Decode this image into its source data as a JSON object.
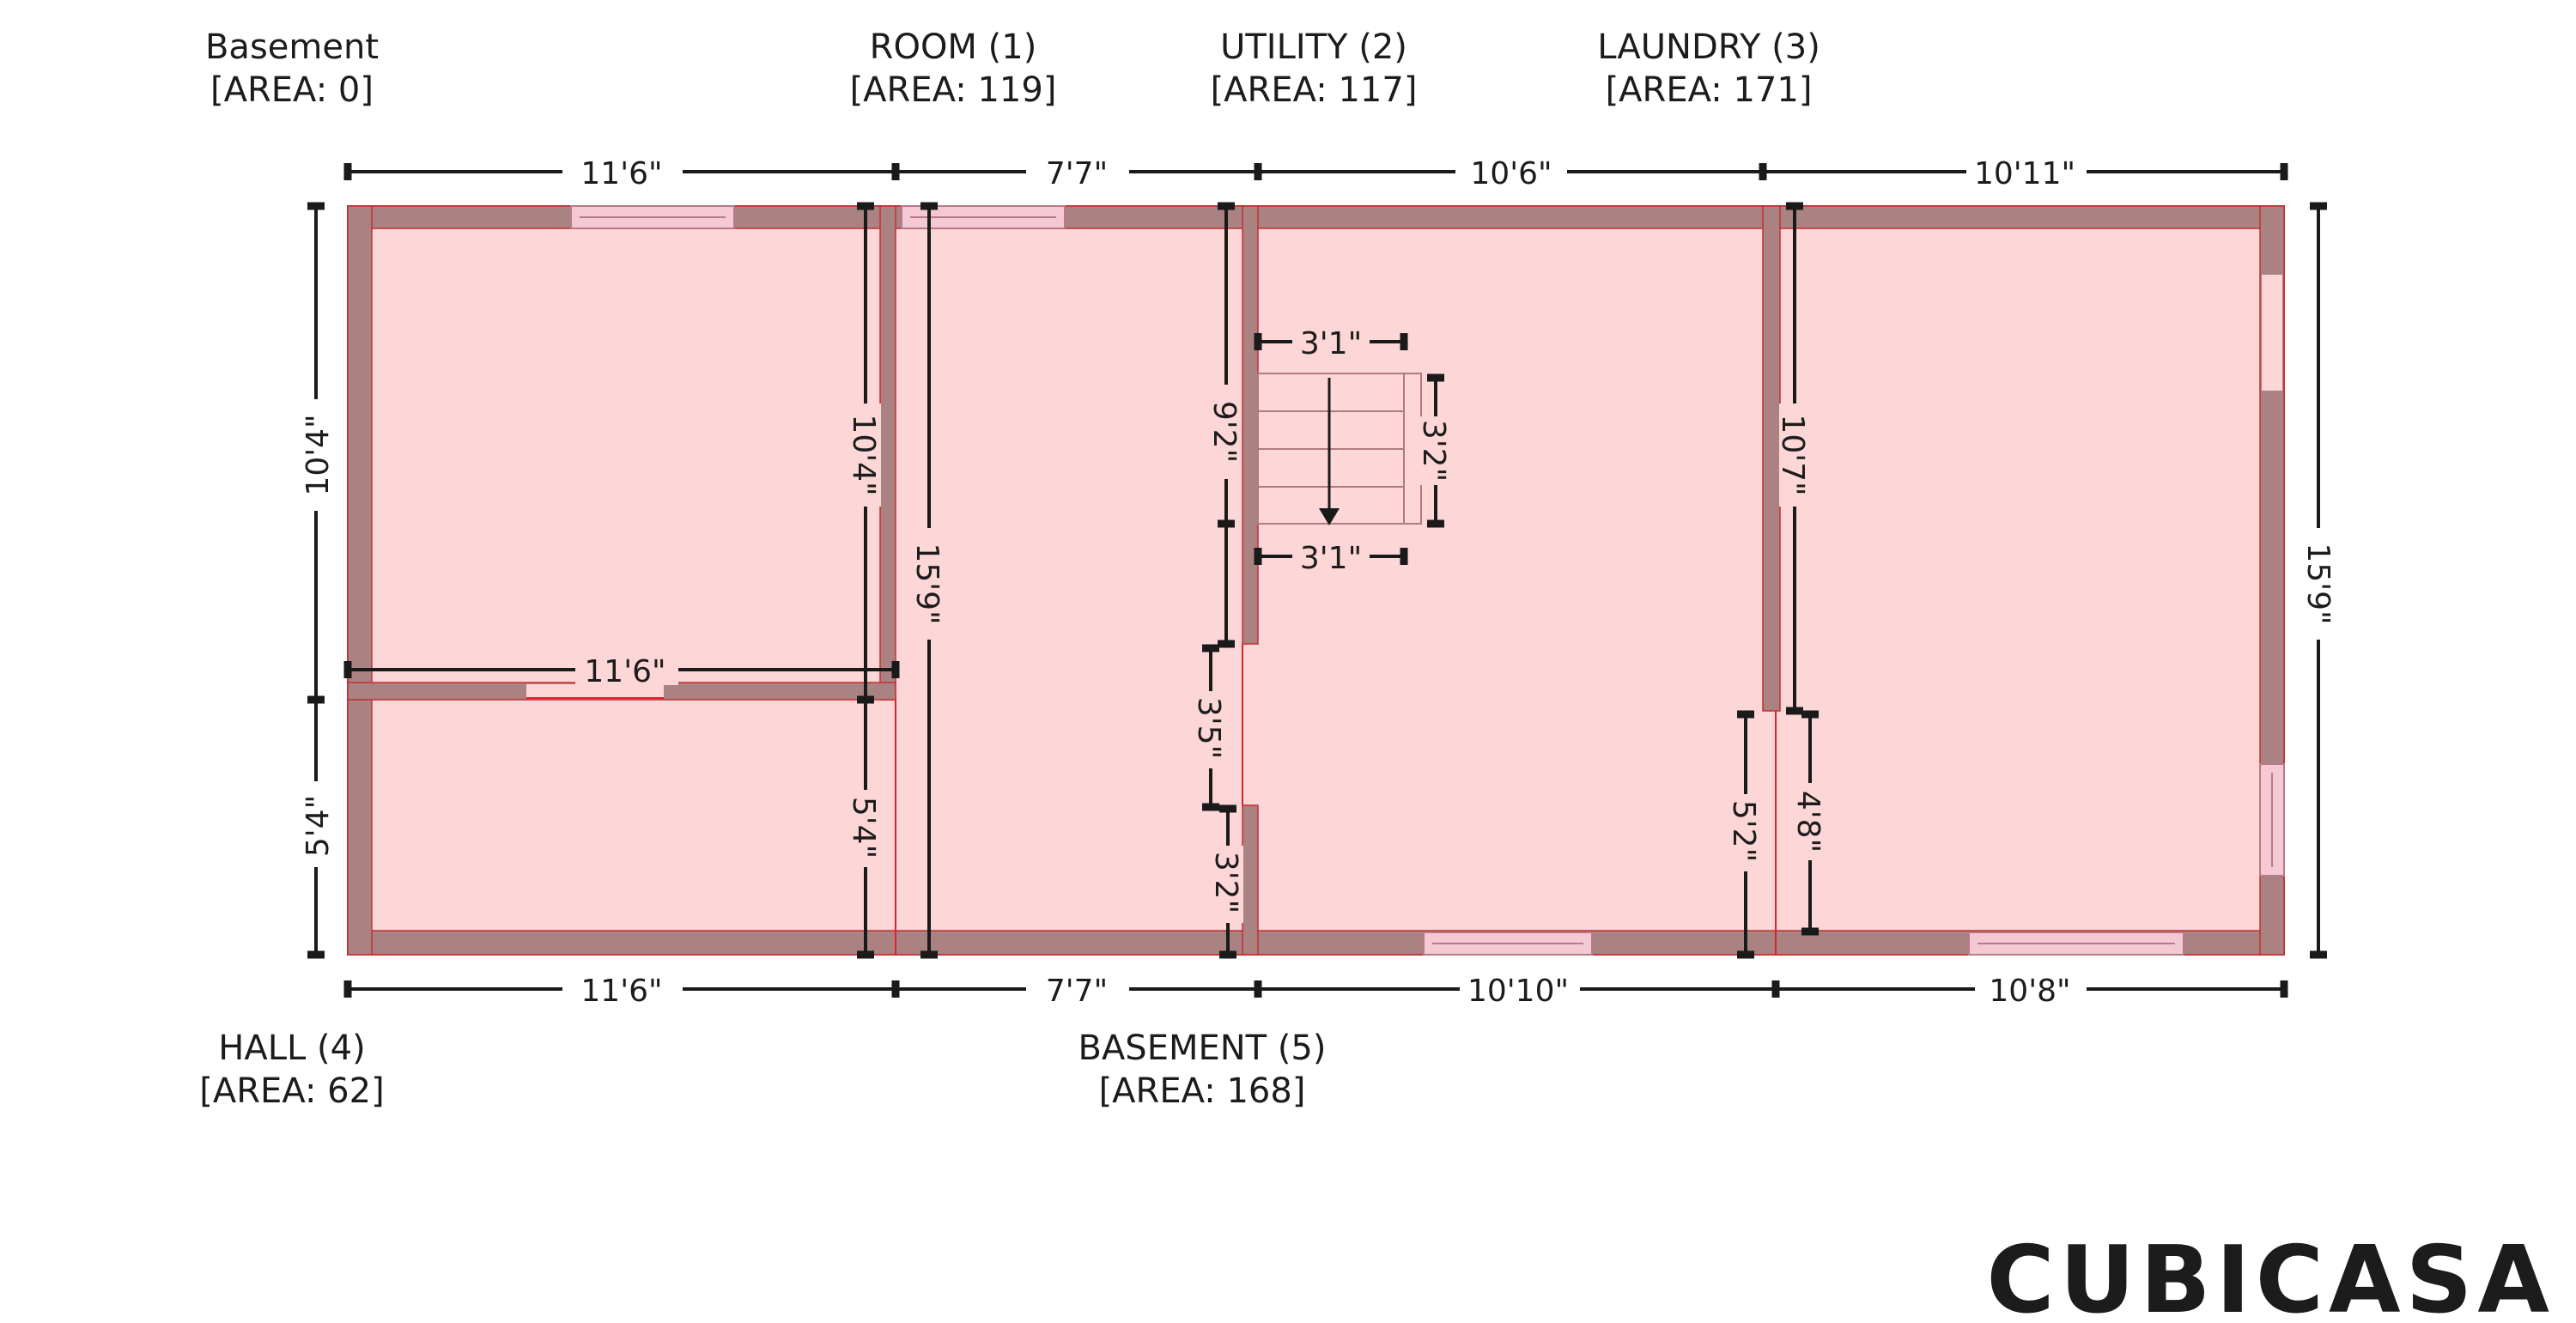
{
  "room_labels": {
    "basement": {
      "name": "Basement",
      "area": "[AREA: 0]"
    },
    "room1": {
      "name": "ROOM (1)",
      "area": "[AREA: 119]"
    },
    "utility2": {
      "name": "UTILITY (2)",
      "area": "[AREA: 117]"
    },
    "laundry3": {
      "name": "LAUNDRY (3)",
      "area": "[AREA: 171]"
    },
    "hall4": {
      "name": "HALL (4)",
      "area": "[AREA: 62]"
    },
    "basement5": {
      "name": "BASEMENT (5)",
      "area": "[AREA: 168]"
    }
  },
  "dimensions": {
    "top": [
      "11'6\"",
      "7'7\"",
      "10'6\"",
      "10'11\""
    ],
    "bottom": [
      "11'6\"",
      "7'7\"",
      "10'10\"",
      "10'8\""
    ],
    "left_upper": "10'4\"",
    "left_lower": "5'4\"",
    "right": "15'9\"",
    "room1_inner_height": "10'4\"",
    "room1_inner_width": "11'6\"",
    "hall_inner_height": "5'4\"",
    "basement_height": "15'9\"",
    "stair_wall_upper": "9'2\"",
    "stair_wall_mid": "3'5\"",
    "stair_wall_lower": "3'2\"",
    "stair_top_width": "3'1\"",
    "stair_bottom_width": "3'1\"",
    "stair_depth": "3'2\"",
    "laundry_wall_upper": "10'7\"",
    "laundry_wall_lower_left": "5'2\"",
    "laundry_wall_lower_right": "4'8\""
  },
  "watermark": "CUBICASA",
  "colors": {
    "room_fill": "#fdd6d8",
    "wall_fill": "#aa8282",
    "outline": "#e0202a"
  }
}
